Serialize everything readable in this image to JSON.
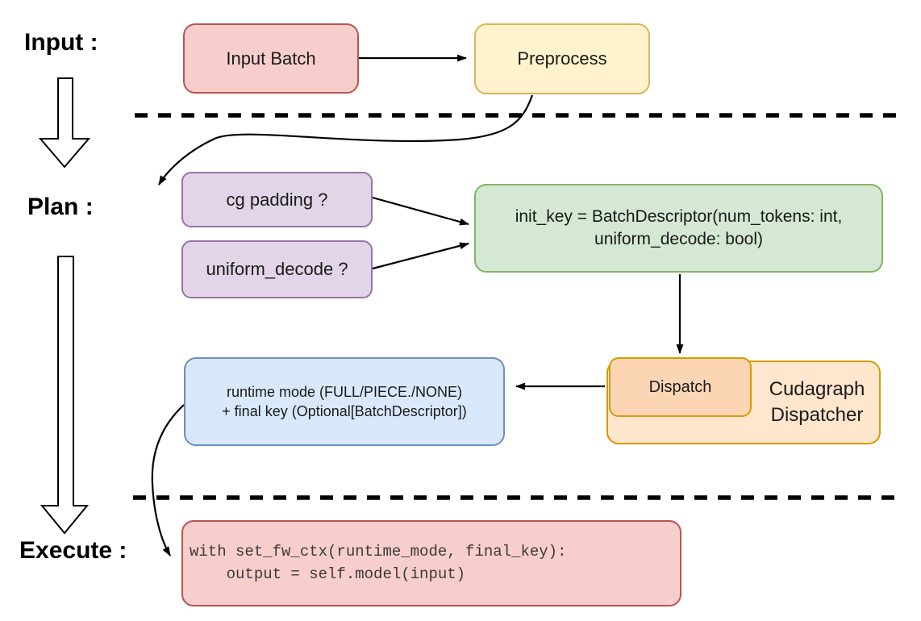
{
  "colors": {
    "red_fill": "#f8cecc",
    "red_stroke": "#b85450",
    "yellow_fill": "#fff2cc",
    "yellow_stroke": "#d6b656",
    "purple_fill": "#e1d5e7",
    "purple_stroke": "#9673a6",
    "green_fill": "#d5e8d4",
    "green_stroke": "#82b366",
    "blue_fill": "#dae8fc",
    "blue_stroke": "#6c8ebf",
    "orange_fill": "#ffe6cc",
    "orange_inner_fill": "#fcd5b4",
    "orange_stroke": "#d79b00",
    "arrow": "#000000"
  },
  "stages": {
    "input": "Input :",
    "plan": "Plan :",
    "execute": "Execute :"
  },
  "nodes": {
    "input_batch": "Input Batch",
    "preprocess": "Preprocess",
    "cg_padding": "cg padding ?",
    "uniform_decode": "uniform_decode ?",
    "init_key_line1": "init_key = BatchDescriptor(num_tokens: int,",
    "init_key_line2": "uniform_decode: bool)",
    "dispatch": "Dispatch",
    "dispatcher_line1": "Cudagraph",
    "dispatcher_line2": "Dispatcher",
    "runtime_line1": "runtime mode (FULL/PIECE./NONE)",
    "runtime_line2": "+ final key (Optional[BatchDescriptor])",
    "code_line1": "with set_fw_ctx(runtime_mode, final_key):",
    "code_line2": "    output = self.model(input)"
  }
}
